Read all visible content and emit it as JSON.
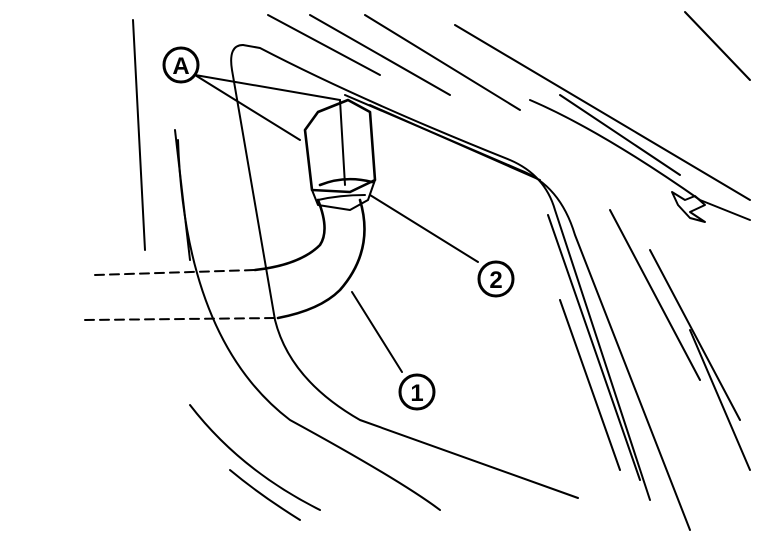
{
  "diagram": {
    "callouts": {
      "a": "A",
      "one": "1",
      "two": "2"
    },
    "colors": {
      "ink": "#000000",
      "background": "#ffffff"
    }
  }
}
